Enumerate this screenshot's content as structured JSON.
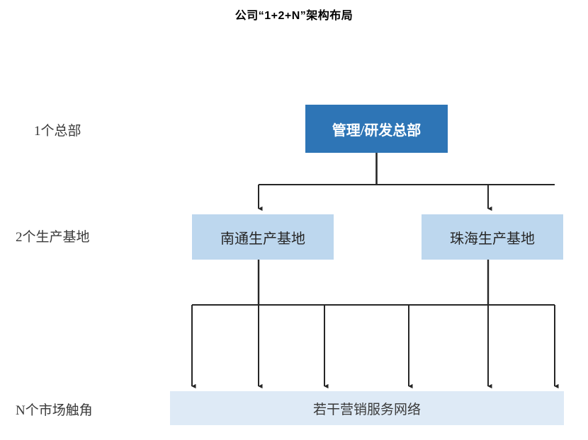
{
  "title": "公司“1+2+N”架构布局",
  "rows": [
    {
      "label": "1个总部"
    },
    {
      "label": "2个生产基地"
    },
    {
      "label": "N个市场触角"
    }
  ],
  "nodes": {
    "headquarters": {
      "label": "管理/研发总部",
      "fill": "#2E75B6",
      "text_color": "#FFFFFF"
    },
    "base_left": {
      "label": "南通生产基地",
      "fill": "#BDD7EE",
      "text_color": "#262626"
    },
    "base_right": {
      "label": "珠海生产基地",
      "fill": "#BDD7EE",
      "text_color": "#262626"
    },
    "network": {
      "label": "若干营销服务网络",
      "fill": "#DEEAF6",
      "text_color": "#3A3A3A"
    }
  },
  "connectors": {
    "line_color": "#262626",
    "branch_arrow_count": 6
  }
}
